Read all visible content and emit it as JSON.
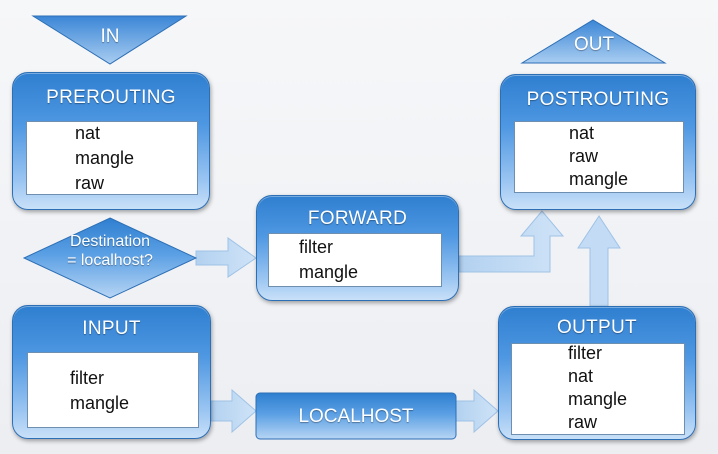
{
  "diagram": {
    "in_label": "IN",
    "out_label": "OUT",
    "decision_line1": "Destination",
    "decision_line2": "= localhost?",
    "chains": {
      "prerouting": {
        "title": "PREROUTING",
        "tables": [
          "nat",
          "mangle",
          "raw"
        ]
      },
      "forward": {
        "title": "FORWARD",
        "tables": [
          "filter",
          "mangle"
        ]
      },
      "postrouting": {
        "title": "POSTROUTING",
        "tables": [
          "nat",
          "raw",
          "mangle"
        ]
      },
      "input": {
        "title": "INPUT",
        "tables": [
          "filter",
          "mangle"
        ]
      },
      "output": {
        "title": "OUTPUT",
        "tables": [
          "filter",
          "nat",
          "mangle",
          "raw"
        ]
      }
    },
    "localhost_label": "LOCALHOST"
  },
  "colors": {
    "box_top": "#2f7fd0",
    "box_bottom": "#c9e0f8",
    "arrow": "#b9d6f2",
    "inner_panel": "#ffffff",
    "text_dark": "#111111",
    "text_light": "#ffffff"
  }
}
